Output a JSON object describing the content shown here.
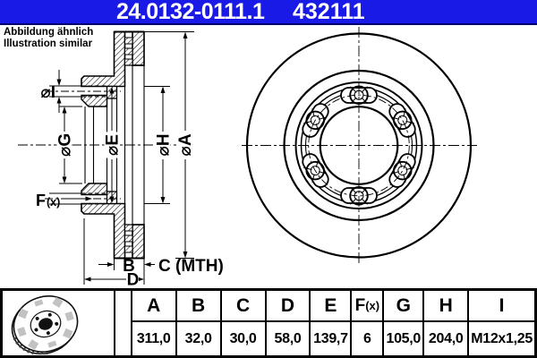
{
  "header": {
    "part_number": "24.0132-0111.1",
    "catalog_number": "432111",
    "bg_color": "#1a1ae6",
    "text_color": "#ffffff"
  },
  "note": {
    "line1": "Abbildung ähnlich",
    "line2": "Illustration similar"
  },
  "drawing": {
    "line_color": "#000000",
    "dim_labels": {
      "dia_i": "⌀I",
      "dia_g": "⌀G",
      "dia_e": "⌀E",
      "dia_h": "⌀H",
      "dia_a": "⌀A",
      "f": "F",
      "f_sub": "(x)",
      "b": "B",
      "c_mth": "C (MTH)",
      "d": "D"
    }
  },
  "table": {
    "columns": [
      {
        "key": "A",
        "value": "311,0"
      },
      {
        "key": "B",
        "value": "32,0"
      },
      {
        "key": "C",
        "value": "30,0"
      },
      {
        "key": "D",
        "value": "58,0"
      },
      {
        "key": "E",
        "value": "139,7"
      },
      {
        "key": "F",
        "key_sub": "(x)",
        "value": "6"
      },
      {
        "key": "G",
        "value": "105,0"
      },
      {
        "key": "H",
        "value": "204,0"
      },
      {
        "key": "I",
        "value": "M12x1,25"
      }
    ]
  }
}
